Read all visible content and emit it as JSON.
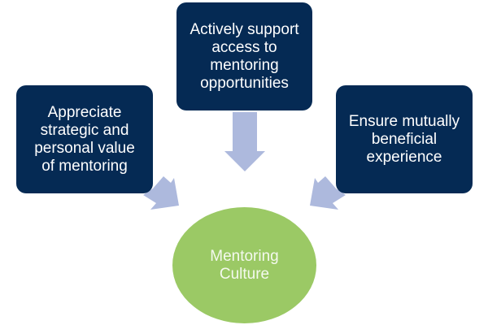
{
  "diagram": {
    "center": {
      "label": "Mentoring\nCulture",
      "color": "#9bc965"
    },
    "boxes": [
      {
        "label": "Appreciate\nstrategic and\npersonal value\nof mentoring"
      },
      {
        "label": "Actively support\naccess to\nmentoring\nopportunities"
      },
      {
        "label": "Ensure mutually\nbeneficial\nexperience"
      }
    ],
    "box_color": "#052a54",
    "arrow_color": "#adb9dd"
  }
}
